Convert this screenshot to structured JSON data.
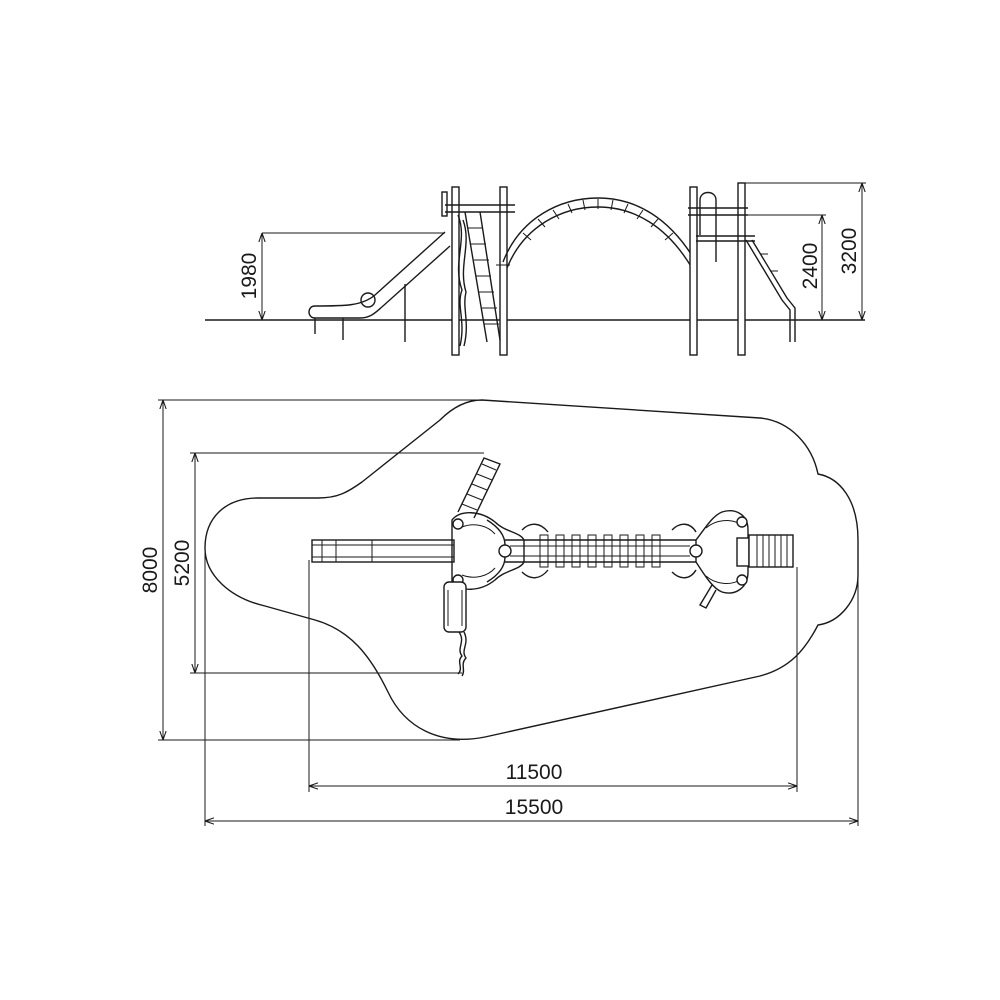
{
  "drawing": {
    "dimensions": {
      "slide_height": "1980",
      "platform_height": "2400",
      "total_height": "3200",
      "overall_depth": "8000",
      "equipment_depth": "5200",
      "equipment_length": "11500",
      "overall_length": "15500"
    }
  }
}
